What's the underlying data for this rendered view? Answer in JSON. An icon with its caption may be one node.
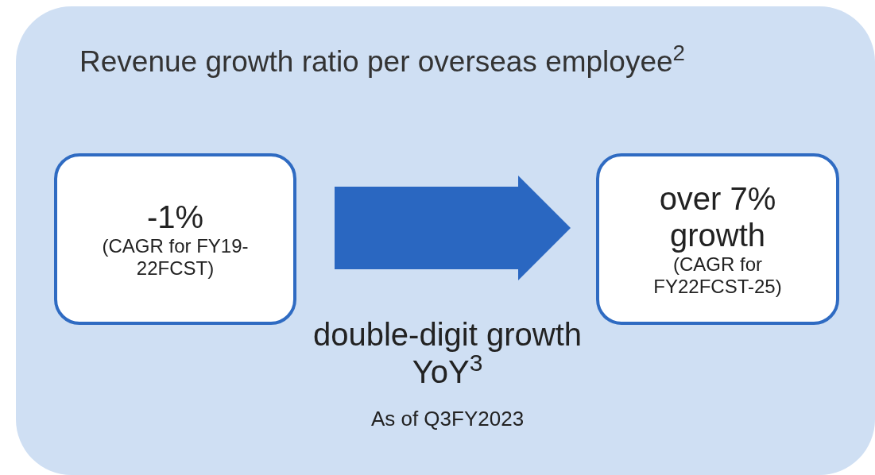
{
  "diagram": {
    "title": "Revenue growth ratio per overseas employee$^{2}$",
    "nodes": [
      {
        "text": [
          "-1%",
          "(CAGR for FY19-22FCST)"
        ]
      },
      {
        "text": [
          "over 7% growth",
          "(CAGR for FY22FCST-25)"
        ]
      }
    ],
    "edges": [
      {
        "from": 0,
        "to": 1,
        "arrow": "to",
        "label": "double-digit growth YoY$^{3}$"
      }
    ],
    "labels": [
      "As of Q3FY2023"
    ]
  }
}
